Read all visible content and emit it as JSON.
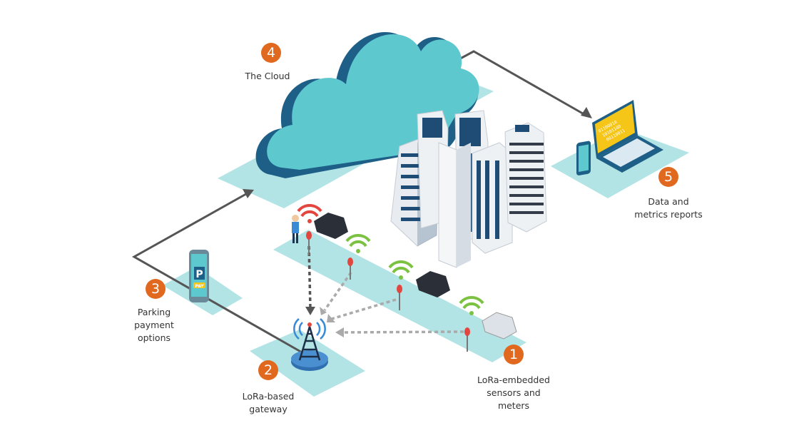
{
  "colors": {
    "badge": "#e0691f",
    "platform": "#b2e4e6",
    "cloud_top": "#5ec8cf",
    "cloud_side": "#1d5f86",
    "line": "#555555",
    "dashed": "#666666",
    "dashed_light": "#aaaaaa",
    "wifi_green": "#7cc242",
    "wifi_red": "#e2463f"
  },
  "steps": [
    {
      "number": "1",
      "label_lines": [
        "LoRa-embedded",
        "sensors and",
        "meters"
      ]
    },
    {
      "number": "2",
      "label_lines": [
        "LoRa-based",
        "gateway"
      ]
    },
    {
      "number": "3",
      "label_lines": [
        "Parking",
        "payment",
        "options"
      ]
    },
    {
      "number": "4",
      "label_lines": [
        "The Cloud"
      ]
    },
    {
      "number": "5",
      "label_lines": [
        "Data and",
        "metrics reports"
      ]
    }
  ],
  "phone": {
    "parking_sign": "P",
    "pay_button": "PAY"
  },
  "laptop": {
    "binary_rows": [
      "01100010",
      "10101100",
      "00110011"
    ]
  }
}
